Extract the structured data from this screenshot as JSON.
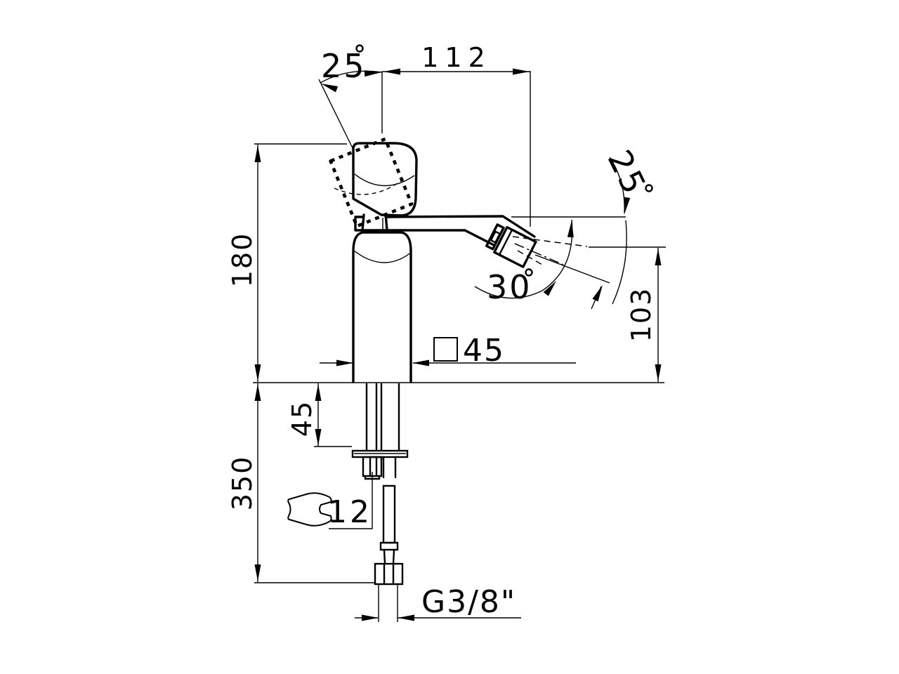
{
  "drawing": {
    "subject": "single-lever bidet mixer tap - side elevation technical dimension drawing",
    "background_color": "#ffffff",
    "line_color": "#000000",
    "annotations": {
      "handle_tilt_angle": {
        "value": "25",
        "unit": "°"
      },
      "spout_reach": {
        "value": "112"
      },
      "spout_swivel_angle": {
        "value": "25",
        "unit": "°"
      },
      "spray_cone_angle": {
        "value": "30",
        "unit": "°"
      },
      "outlet_height_above_deck": {
        "value": "103"
      },
      "height_above_deck": {
        "value": "180"
      },
      "body_square_section": {
        "prefix": "□",
        "value": "45"
      },
      "max_deck_thickness": {
        "value": "45"
      },
      "length_below_deck": {
        "value": "350"
      },
      "wrench_size": {
        "value": "12"
      },
      "inlet_thread": {
        "value": "G3/8\""
      }
    }
  }
}
